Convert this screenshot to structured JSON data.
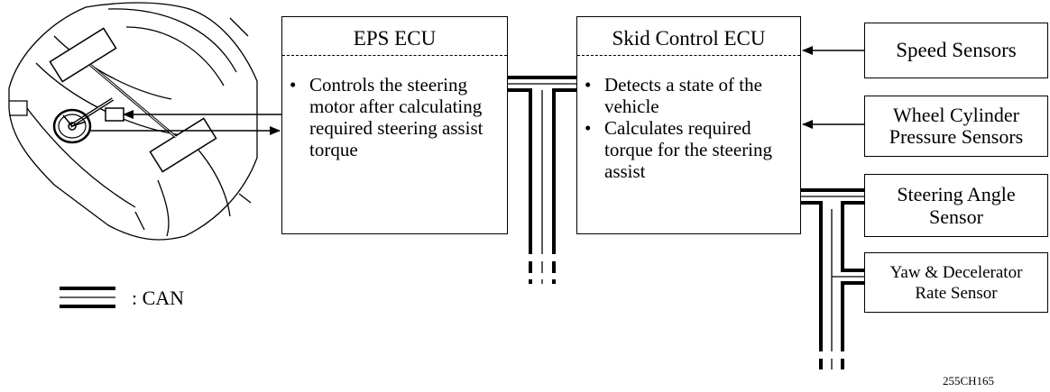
{
  "eps_ecu": {
    "title": "EPS ECU",
    "bullets": [
      "Controls the steering motor after calculating required steering assist torque"
    ]
  },
  "skid_control_ecu": {
    "title": "Skid Control ECU",
    "bullets": [
      "Detects a state of the vehicle",
      "Calculates required torque for the steering assist"
    ]
  },
  "sensors": {
    "speed": "Speed Sensors",
    "wheel_cylinder": "Wheel Cylinder\nPressure Sensors",
    "steering_angle": "Steering Angle\nSensor",
    "yaw_decel": "Yaw & Decelerator\nRate Sensor"
  },
  "legend": {
    "label": ":  CAN"
  },
  "figure_id": "255CH165"
}
